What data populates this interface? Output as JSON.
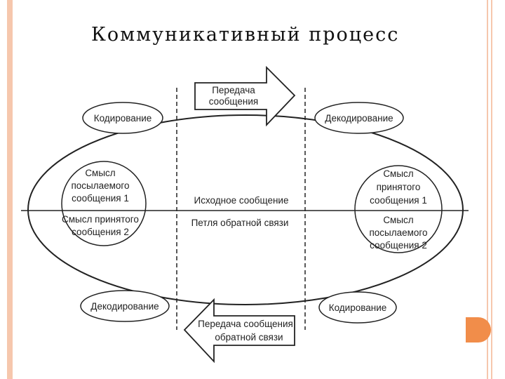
{
  "title": "Коммуникативный процесс",
  "colors": {
    "frame": "#f6c7ad",
    "accent": "#f18d4a",
    "ink": "#222222"
  },
  "nodes": {
    "top_left": "Кодирование",
    "top_right": "Декодирование",
    "bottom_left": "Декодирование",
    "bottom_right": "Кодирование"
  },
  "arrows": {
    "forward": [
      "Передача",
      "сообщения"
    ],
    "feedback": [
      "Передача сообщения",
      "обратной связи"
    ]
  },
  "center": {
    "upper": "Исходное сообщение",
    "lower": "Петля обратной связи"
  },
  "left": {
    "upper": [
      "Смысл",
      "посылаемого",
      "сообщения 1"
    ],
    "lower": [
      "Смысл принятого",
      "сообщения 2"
    ]
  },
  "right": {
    "upper": [
      "Смысл",
      "принятого",
      "сообщения 1"
    ],
    "lower": [
      "Смысл",
      "посылаемого",
      "сообщения 2"
    ]
  }
}
